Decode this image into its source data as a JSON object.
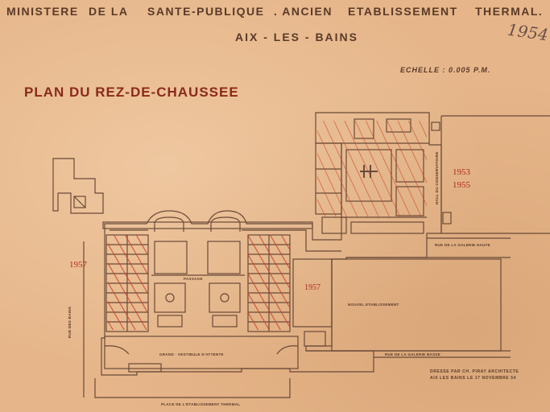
{
  "header": {
    "line1_parts": [
      "MINISTERE",
      "DE LA",
      "SANTE-PUBLIQUE",
      ". ANCIEN",
      "ETABLISSEMENT",
      "THERMAL."
    ],
    "subtitle": "AIX - LES - BAINS",
    "scale": "ECHELLE : 0.005 P.M.",
    "plan_title": "PLAN DU REZ-DE-CHAUSSEE",
    "handwritten_year": "1954"
  },
  "annotations": {
    "year_left": "1957",
    "year_center": "1957",
    "year_right_1": "1953",
    "year_right_2": "1955"
  },
  "rooms": {
    "passage": "PASSAGE",
    "grand_vestibule": "GRAND · VESTIBULE D'ATTENTE",
    "nouvel_etablissement": "NOUVEL ETABLISSEMENT",
    "rue_galerie_haute": "RUE DE LA GALERIE HAUTE",
    "rue_galerie_basse": "RUE DE LA GALERIE BASSE",
    "rue_bains_vertical": "RUE DES BAINS",
    "place": "PLACE DE L'ETABLISSEMENT THERMAL",
    "hall_label": "HALL DU CONSERVATOIRE"
  },
  "footer": {
    "line1": "DRESSE PAR CH. PIRAY ARCHITECTE",
    "line2": "AIX LES BAINS LE 17 NOVEMBRE 54"
  },
  "colors": {
    "paper": "#e6b68a",
    "ink": "#5a3a28",
    "hatch_red": "#c8402a"
  }
}
